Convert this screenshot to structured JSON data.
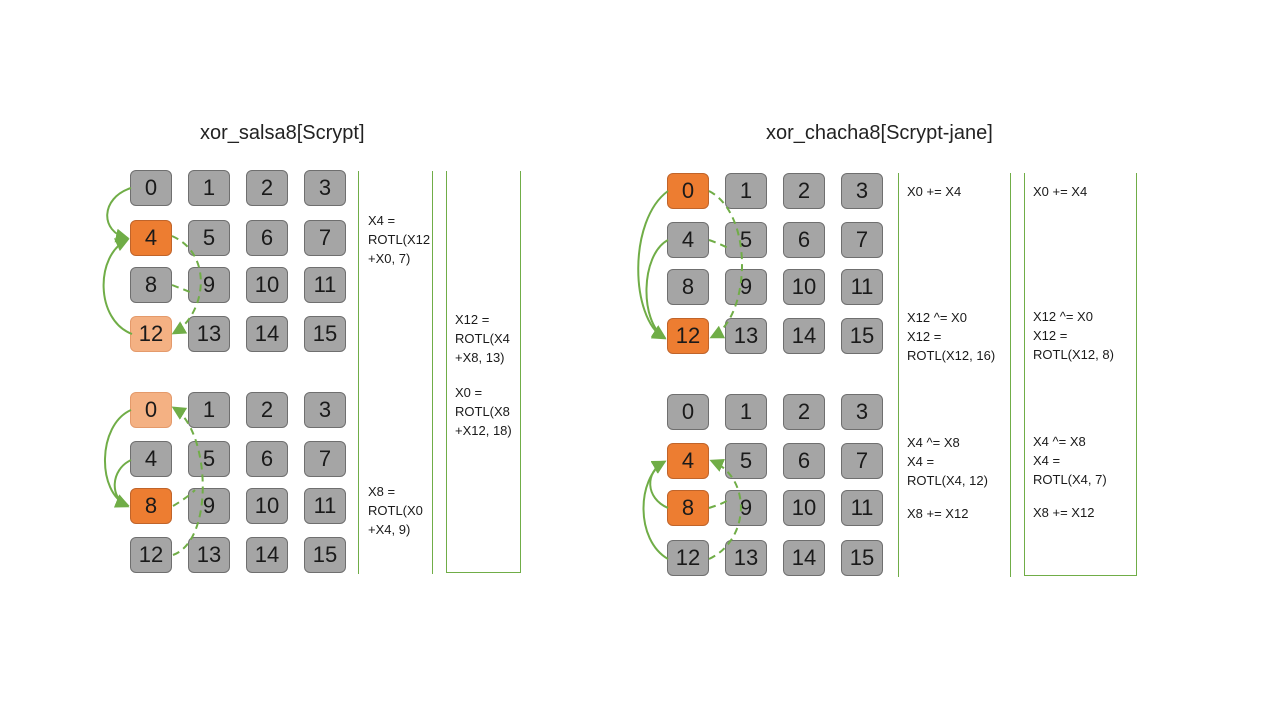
{
  "diagram": {
    "left": {
      "title": "xor_salsa8[Scrypt]",
      "grid_top": [
        "0",
        "1",
        "2",
        "3",
        "4",
        "5",
        "6",
        "7",
        "8",
        "9",
        "10",
        "11",
        "12",
        "13",
        "14",
        "15"
      ],
      "grid_bottom": [
        "0",
        "1",
        "2",
        "3",
        "4",
        "5",
        "6",
        "7",
        "8",
        "9",
        "10",
        "11",
        "12",
        "13",
        "14",
        "15"
      ],
      "panel1": {
        "note_a": "X4 =\nROTL(X12\n+X0, 7)",
        "note_b": "X8 =\nROTL(X0\n+X4, 9)"
      },
      "panel2": {
        "note_a": "X12 =\nROTL(X4\n+X8, 13)",
        "note_b": "X0 =\nROTL(X8\n+X12, 18)"
      }
    },
    "right": {
      "title": "xor_chacha8[Scrypt-jane]",
      "grid_top": [
        "0",
        "1",
        "2",
        "3",
        "4",
        "5",
        "6",
        "7",
        "8",
        "9",
        "10",
        "11",
        "12",
        "13",
        "14",
        "15"
      ],
      "grid_bottom": [
        "0",
        "1",
        "2",
        "3",
        "4",
        "5",
        "6",
        "7",
        "8",
        "9",
        "10",
        "11",
        "12",
        "13",
        "14",
        "15"
      ],
      "panel1": {
        "note_a": "X0 += X4",
        "note_b": "X12 ^= X0\nX12 =\nROTL(X12, 16)",
        "note_c": "X4 ^= X8\nX4 =\nROTL(X4, 12)",
        "note_d": "X8 += X12"
      },
      "panel2": {
        "note_a": "X0 += X4",
        "note_b": "X12 ^= X0\nX12 =\nROTL(X12, 8)",
        "note_c": "X4 ^= X8\nX4 =\nROTL(X4, 7)",
        "note_d": "X8 += X12"
      }
    },
    "colors": {
      "cell": "#a5a5a5",
      "highlight": "#ed7d31",
      "highlight_light": "#f4b183",
      "arrow": "#70ad47"
    }
  }
}
